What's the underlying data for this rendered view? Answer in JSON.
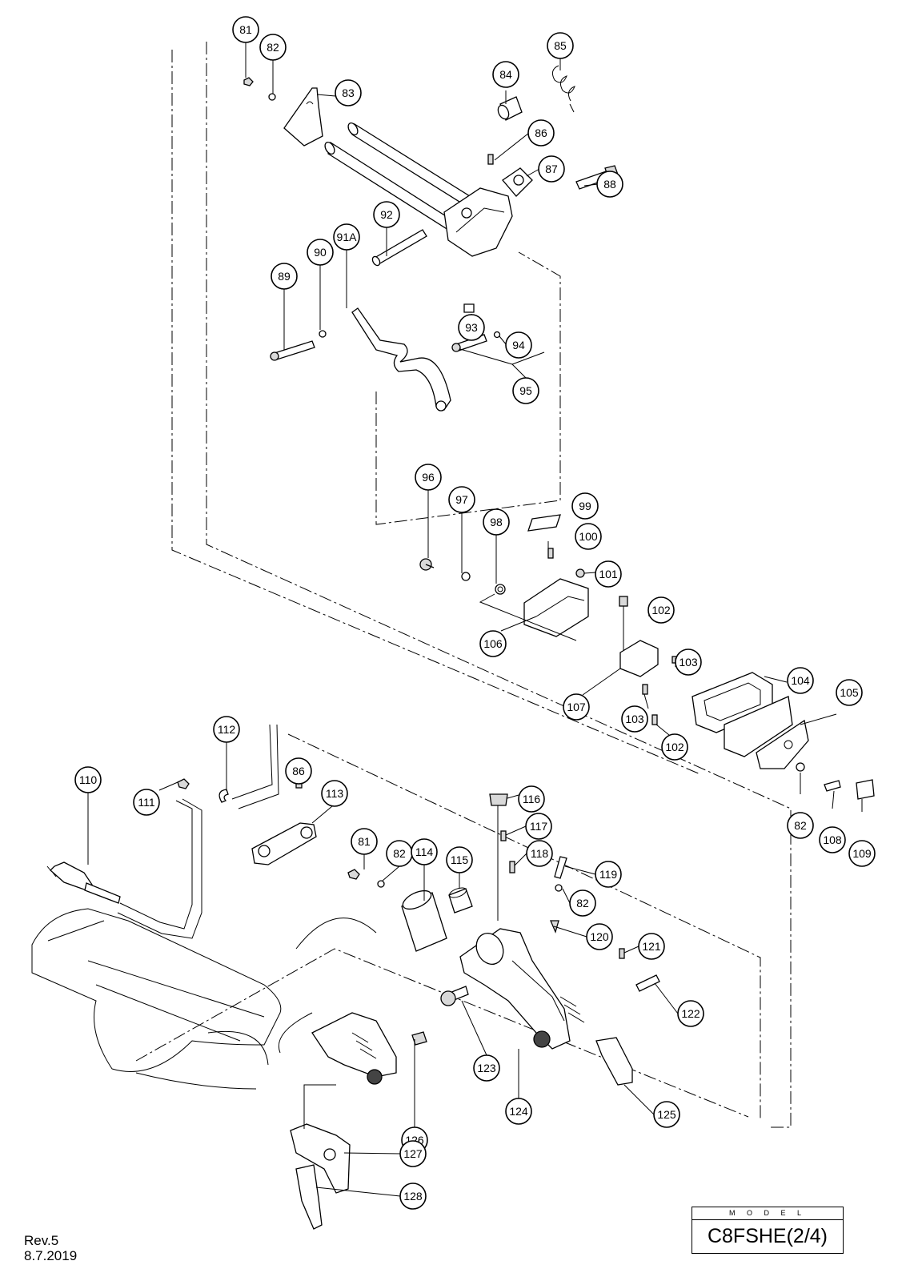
{
  "revision": "Rev.5",
  "date": "8.7.2019",
  "model": {
    "caption": "M O D E L",
    "name": "C8FSHE(2/4)"
  },
  "callouts": [
    "81",
    "82",
    "83",
    "84",
    "85",
    "86",
    "87",
    "88",
    "89",
    "90",
    "91A",
    "92",
    "93",
    "94",
    "95",
    "96",
    "97",
    "98",
    "99",
    "100",
    "101",
    "102",
    "103",
    "104",
    "105",
    "106",
    "107",
    "103",
    "102",
    "82",
    "108",
    "109",
    "110",
    "111",
    "112",
    "86",
    "113",
    "81",
    "82",
    "114",
    "115",
    "116",
    "117",
    "118",
    "119",
    "82",
    "120",
    "121",
    "122",
    "123",
    "124",
    "125",
    "126",
    "127",
    "128"
  ]
}
